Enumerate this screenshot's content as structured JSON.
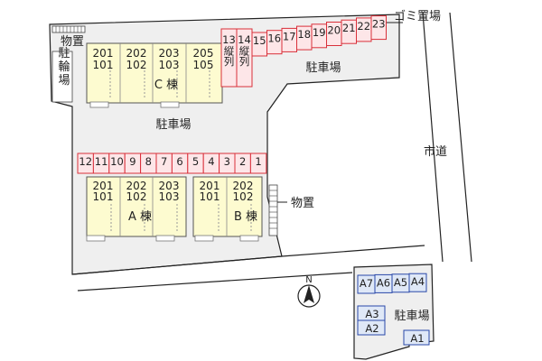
{
  "units": {
    "building_c": [
      "201",
      "101",
      "202",
      "102",
      "203",
      "103",
      "205",
      "105"
    ],
    "building_a": [
      "201",
      "101",
      "202",
      "102",
      "203",
      "103"
    ],
    "building_b": [
      "201",
      "101",
      "202",
      "102"
    ]
  },
  "building_labels": {
    "c": "C 棟",
    "a": "A 棟",
    "b": "B 棟"
  },
  "parking_top": [
    "15",
    "16",
    "17",
    "18",
    "19",
    "20",
    "21",
    "22",
    "23"
  ],
  "parking_tandem": [
    {
      "num": "13",
      "note": "縦列"
    },
    {
      "num": "14",
      "note": "縦列"
    }
  ],
  "parking_middle": [
    "12",
    "11",
    "10",
    "9",
    "8",
    "7",
    "6",
    "5",
    "4",
    "3",
    "2",
    "1"
  ],
  "parking_remote_top": [
    "A7",
    "A6",
    "A5",
    "A4"
  ],
  "parking_remote_side": [
    "A3",
    "A2",
    "A1"
  ],
  "labels": {
    "storage_top_left": "物置",
    "bicycle_parking": "駐輪場",
    "garbage_area": "ゴミ置場",
    "parking_upper": "駐車場",
    "parking_center": "駐車場",
    "storage_right": "物置",
    "city_road": "市道",
    "parking_remote": "駐車場",
    "north": "N"
  },
  "colors": {
    "building_fill": "#fdfbd0",
    "ground_fill": "#efefef",
    "parking_line": "#d9303a",
    "parking_fill": "#fde6e8",
    "remote_fill": "#dfe8f7",
    "remote_line": "#2a48a8"
  }
}
